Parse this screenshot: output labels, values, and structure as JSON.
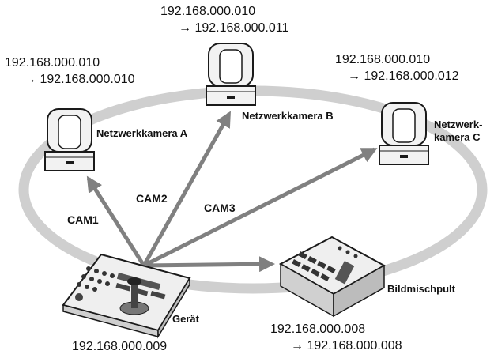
{
  "colors": {
    "ring": "#cfcfcf",
    "arrow": "#808080",
    "device_fill": "#f2f2f2",
    "device_stroke": "#1a1a1a"
  },
  "cameras": [
    {
      "name": "Netzwerkkamera A",
      "ip_old": "192.168.000.010",
      "ip_new": "→ 192.168.000.010",
      "icon": "ptz-camera-icon"
    },
    {
      "name": "Netzwerkkamera B",
      "ip_old": "192.168.000.010",
      "ip_new": "→ 192.168.000.011",
      "icon": "ptz-camera-icon"
    },
    {
      "name_line1": "Netzwerk-",
      "name_line2": "kamera C",
      "ip_old": "192.168.000.010",
      "ip_new": "→ 192.168.000.012",
      "icon": "ptz-camera-icon"
    }
  ],
  "links": [
    "CAM1",
    "CAM2",
    "CAM3"
  ],
  "controller": {
    "name": "Gerät",
    "ip": "192.168.000.009",
    "icon": "remote-controller-icon"
  },
  "switcher": {
    "name": "Bildmischpult",
    "ip_old": "192.168.000.008",
    "ip_new": "→ 192.168.000.008",
    "icon": "video-switcher-icon"
  }
}
